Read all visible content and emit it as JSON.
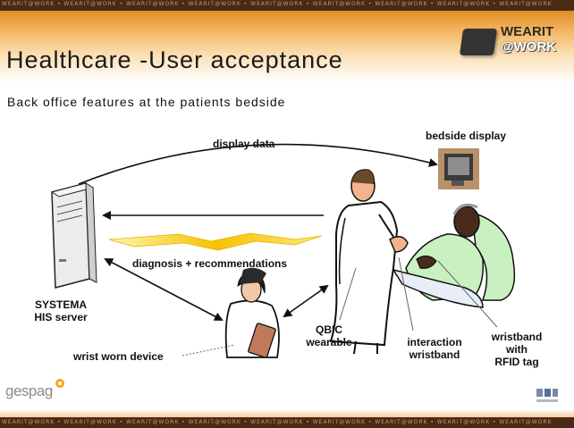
{
  "slide": {
    "title": "Healthcare -User acceptance",
    "subtitle": "Back office features at the patients bedside",
    "strip_text": "WEARIT@WORK • WEARIT@WORK • WEARIT@WORK • WEARIT@WORK • WEARIT@WORK • WEARIT@WORK • WEARIT@WORK • WEARIT@WORK • WEARIT@WORK"
  },
  "logos": {
    "project_line1": "WEARIT",
    "project_line2": "@WORK",
    "partner_left": "gespag"
  },
  "diagram": {
    "labels": {
      "display_data": "display data",
      "bedside_display": "bedside display",
      "diagnosis": "diagnosis + recommendations",
      "server_line1": "SYSTEMA",
      "server_line2": "HIS server",
      "wrist_device": "wrist worn device",
      "qbic_line1": "QBIC",
      "qbic_line2": "wearable",
      "interaction_line1": "interaction",
      "interaction_line2": "wristband",
      "rfid_line1": "wristband",
      "rfid_line2": "with",
      "rfid_line3": "RFID tag"
    },
    "colors": {
      "header_orange": "#e08e22",
      "lightning": "#f6c200",
      "scrub_green": "#c9f0c0",
      "strip_brown": "#4a2a14"
    }
  }
}
